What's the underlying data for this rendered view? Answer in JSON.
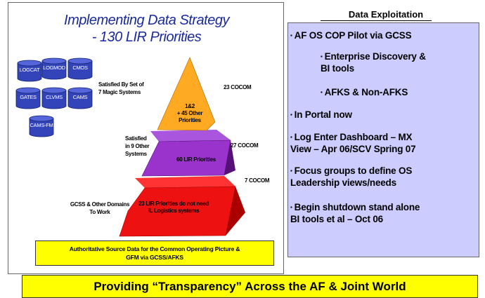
{
  "left_panel": {
    "title_line1": "Implementing Data Strategy",
    "title_line2": "- 130 LIR Priorities",
    "systems": [
      "LOGCAT",
      "LOGMOD",
      "CMOS",
      "GATES",
      "CLVMS",
      "CAMS",
      "CAMS-FM"
    ],
    "tiers": {
      "top": {
        "left_label_line1": "Satisfied By Set of",
        "left_label_line2": "7 Magic Systems",
        "inner_line1": "1&2",
        "inner_line2": "+ 45 Other",
        "inner_line3": "Priorities",
        "right_label": "23 COCOM"
      },
      "middle": {
        "left_label_line1": "Satisfied",
        "left_label_line2": "in 9 Other",
        "left_label_line3": "Systems",
        "inner": "60 LIR Priorities",
        "right_label": "27 COCOM"
      },
      "bottom": {
        "left_label_line1": "GCSS & Other Domains",
        "left_label_line2": "To Work",
        "inner_line1": "23 LIR Priorities do not need",
        "inner_line2": "IL Logistics systems",
        "right_label": "7 COCOM"
      }
    },
    "source_box_line1": "Authoritative Source Data for the Common Operating Picture &",
    "source_box_line2": "GFM  via GCSS/AFKS",
    "colors": {
      "top": "#ffaa22",
      "middle": "#9933cc",
      "bottom": "#ee1111",
      "cylinder": "#3344bb"
    }
  },
  "right_panel": {
    "heading": "Data Exploitation",
    "bullets": [
      {
        "line1": "AF OS COP Pilot via GCSS",
        "line2": ""
      },
      {
        "line1": "Enterprise Discovery &",
        "line2": "BI tools"
      },
      {
        "line1": "AFKS & Non-AFKS",
        "line2": ""
      },
      {
        "line1": "In Portal now",
        "line2": ""
      },
      {
        "line1": "Log Enter Dashboard – MX",
        "line2": "View – Apr 06/SCV Spring 07"
      },
      {
        "line1": "Focus groups to define OS",
        "line2": "Leadership views/needs"
      },
      {
        "line1": "Begin shutdown stand alone",
        "line2": "BI tools et al – Oct 06"
      }
    ],
    "background": "#ccccff"
  },
  "banner": "Providing “Transparency” Across the AF & Joint World"
}
